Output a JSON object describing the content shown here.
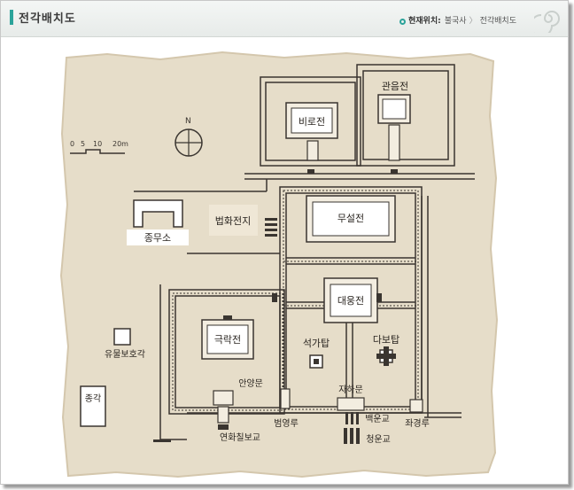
{
  "header": {
    "title": "전각배치도",
    "location_label": "현재위치:",
    "location_crumbs": [
      "불국사",
      "전각배치도"
    ],
    "location_separator": "〉"
  },
  "map": {
    "scale_labels": [
      "0",
      "5",
      "10",
      "20m"
    ],
    "compass": "N",
    "buildings": {
      "birojeon": "비로전",
      "gwaneumjeon": "관음전",
      "museoljeon": "무설전",
      "beophwajeonji": "법화전지",
      "jongmuso": "종무소",
      "daeungjeon": "대웅전",
      "geungnakjeon": "극락전",
      "seokgatap": "석가탑",
      "dabotap": "다보탑",
      "yumulbohogak": "유물보호각",
      "jonggak": "종각",
      "anyangmun": "안양문",
      "jahamun": "자하문",
      "baegungyo": "백운교",
      "jwagyeongnu": "좌경루",
      "beomyeongnu": "범영루",
      "yeonhwachilbogyo": "연화칠보교",
      "cheongungyo": "청운교"
    }
  },
  "colors": {
    "accent": "#2ba39a",
    "parchment": "#e6ddc9",
    "ink": "#3a3530"
  }
}
